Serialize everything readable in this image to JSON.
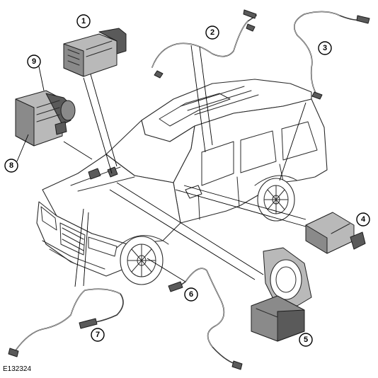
{
  "figure": {
    "reference_code": "E132324"
  },
  "callouts": [
    {
      "number": "1"
    },
    {
      "number": "2"
    },
    {
      "number": "3"
    },
    {
      "number": "4"
    },
    {
      "number": "5"
    },
    {
      "number": "6"
    },
    {
      "number": "7"
    },
    {
      "number": "8"
    },
    {
      "number": "9"
    }
  ]
}
